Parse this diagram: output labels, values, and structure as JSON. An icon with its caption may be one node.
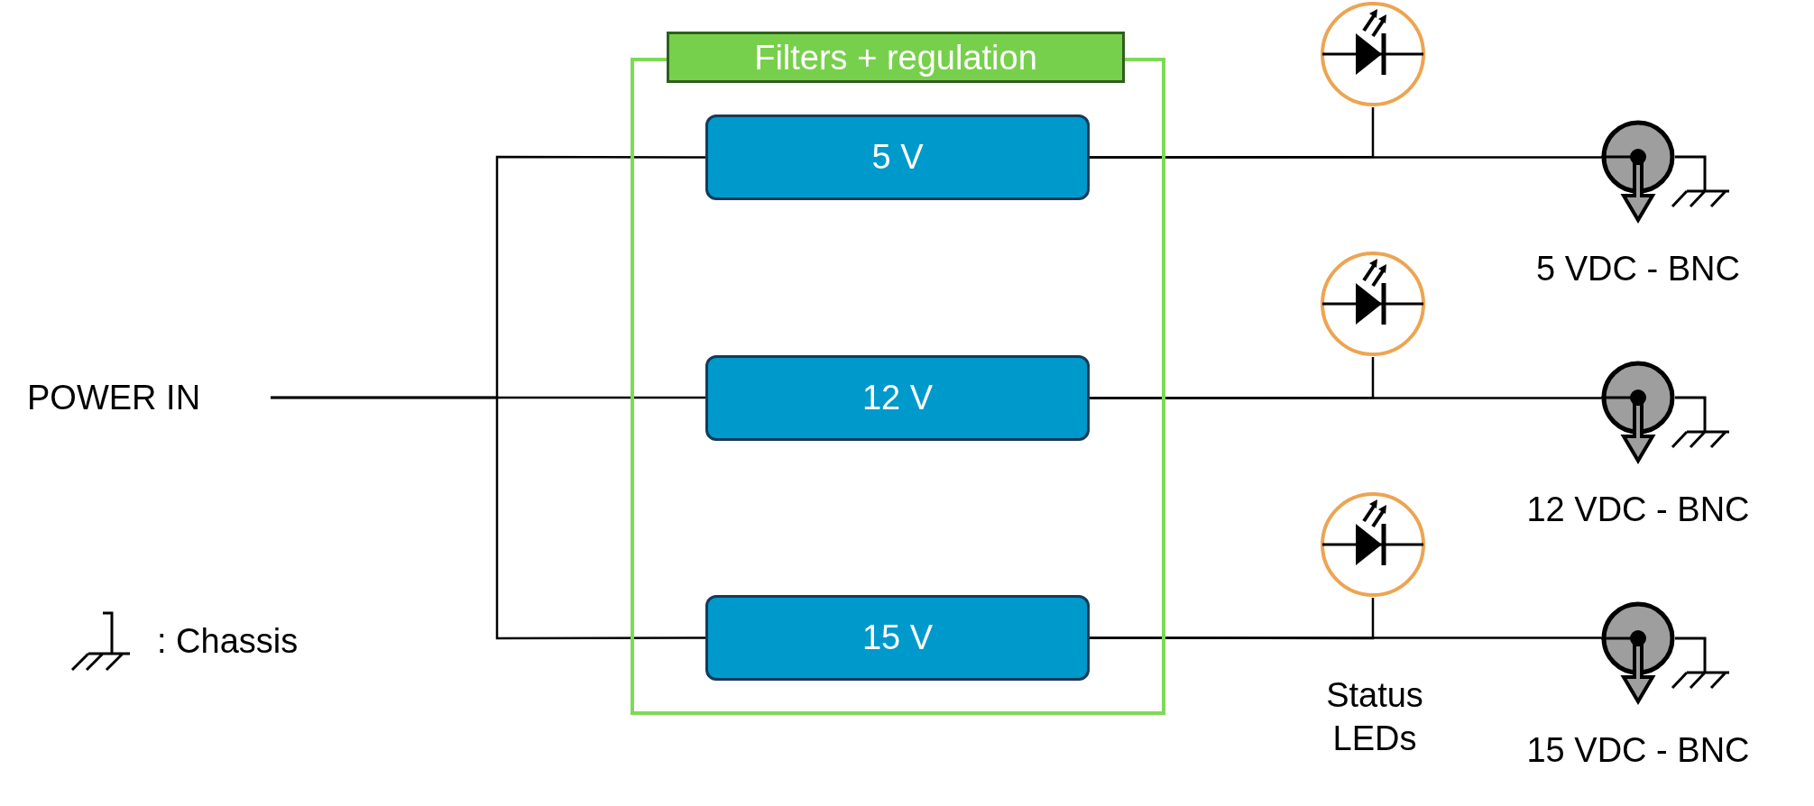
{
  "diagram": {
    "nodes": [
      {
        "text": [
          "POWER IN"
        ]
      },
      {
        "text": [
          "Filters + regulation"
        ]
      },
      {
        "text": [
          "5 V"
        ],
        "in": 1
      },
      {
        "text": [
          "12 V"
        ],
        "in": 1
      },
      {
        "text": [
          "15 V"
        ],
        "in": 1
      },
      {
        "text": [],
        "shape": "circle"
      },
      {
        "text": [],
        "shape": "circle"
      },
      {
        "text": [],
        "shape": "circle"
      },
      {
        "text": [],
        "shape": "circle",
        "beside": [
          "5 VDC - BNC"
        ]
      },
      {
        "text": [],
        "shape": "circle",
        "beside": [
          "12 VDC - BNC"
        ]
      },
      {
        "text": [],
        "shape": "circle",
        "beside": [
          "15 VDC - BNC"
        ]
      }
    ],
    "edges": [
      {
        "from": 0,
        "to": 2,
        "arrow": "none"
      },
      {
        "from": 0,
        "to": 3,
        "arrow": "none"
      },
      {
        "from": 0,
        "to": 4,
        "arrow": "none"
      },
      {
        "from": 2,
        "to": 5,
        "arrow": "none"
      },
      {
        "from": 2,
        "to": 8,
        "arrow": "none"
      },
      {
        "from": 3,
        "to": 6,
        "arrow": "none"
      },
      {
        "from": 3,
        "to": 9,
        "arrow": "none"
      },
      {
        "from": 4,
        "to": 7,
        "arrow": "none"
      },
      {
        "from": 4,
        "to": 10,
        "arrow": "none"
      }
    ],
    "labels": [
      "Status LEDs"
    ],
    "legend": [
      {
        "text": ": Chassis"
      }
    ]
  }
}
